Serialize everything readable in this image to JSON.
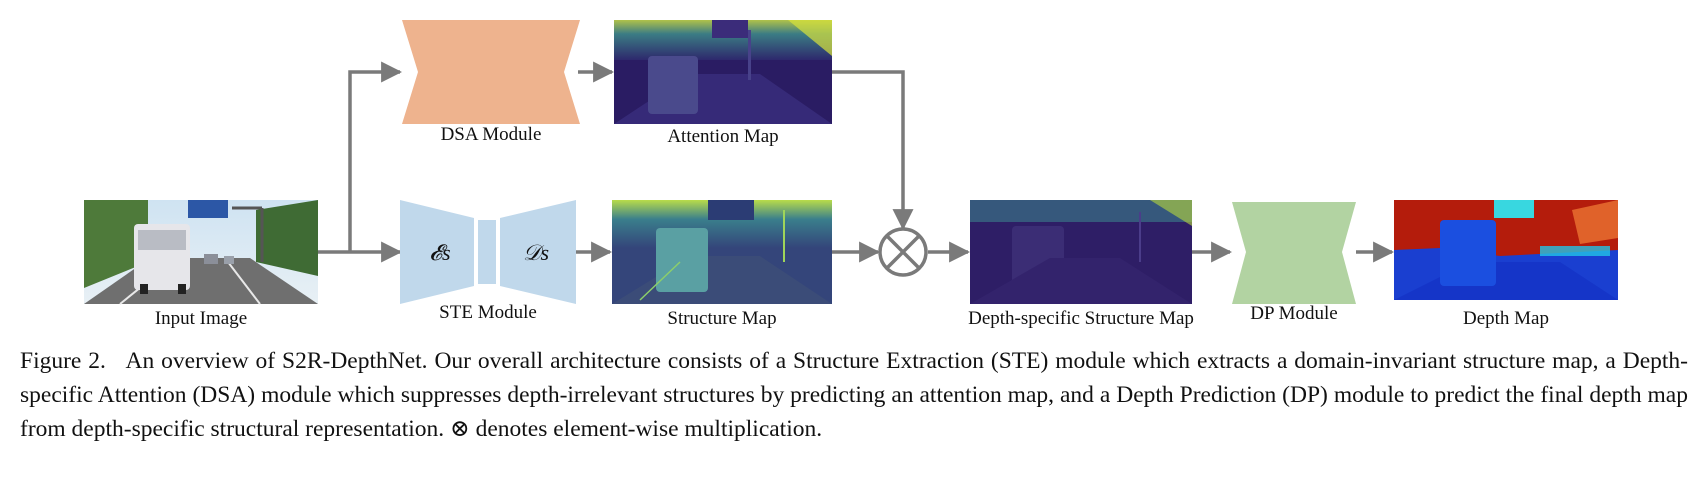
{
  "diagram": {
    "labels": {
      "input_image": "Input Image",
      "dsa_module": "DSA Module",
      "attention_map": "Attention Map",
      "ste_module": "STE Module",
      "structure_map": "Structure Map",
      "depth_specific_structure_map": "Depth-specific Structure Map",
      "dp_module": "DP Module",
      "depth_map": "Depth Map",
      "encoder_symbol": "𝓔s",
      "decoder_symbol": "𝒟s"
    },
    "colors": {
      "dsa_module": "#eeb38e",
      "ste_module": "#c0d8eb",
      "dp_module": "#b2d3a2",
      "arrows": "#7a7a7a",
      "feature_map_dark": "#2a1c63",
      "feature_map_bright": "#d7e33a",
      "depth_far": "#b41c0c",
      "depth_near": "#1535c8"
    },
    "multiply_symbol": "⊗"
  },
  "caption": {
    "figure_number": "Figure 2.",
    "text": "An overview of S2R-DepthNet. Our overall architecture consists of a Structure Extraction (STE) module which extracts a domain-invariant structure map, a Depth-specific Attention (DSA) module which suppresses depth-irrelevant structures by predicting an attention map, and a Depth Prediction (DP) module to predict the final depth map from depth-specific structural representation. ⊗ denotes element-wise multiplication."
  }
}
